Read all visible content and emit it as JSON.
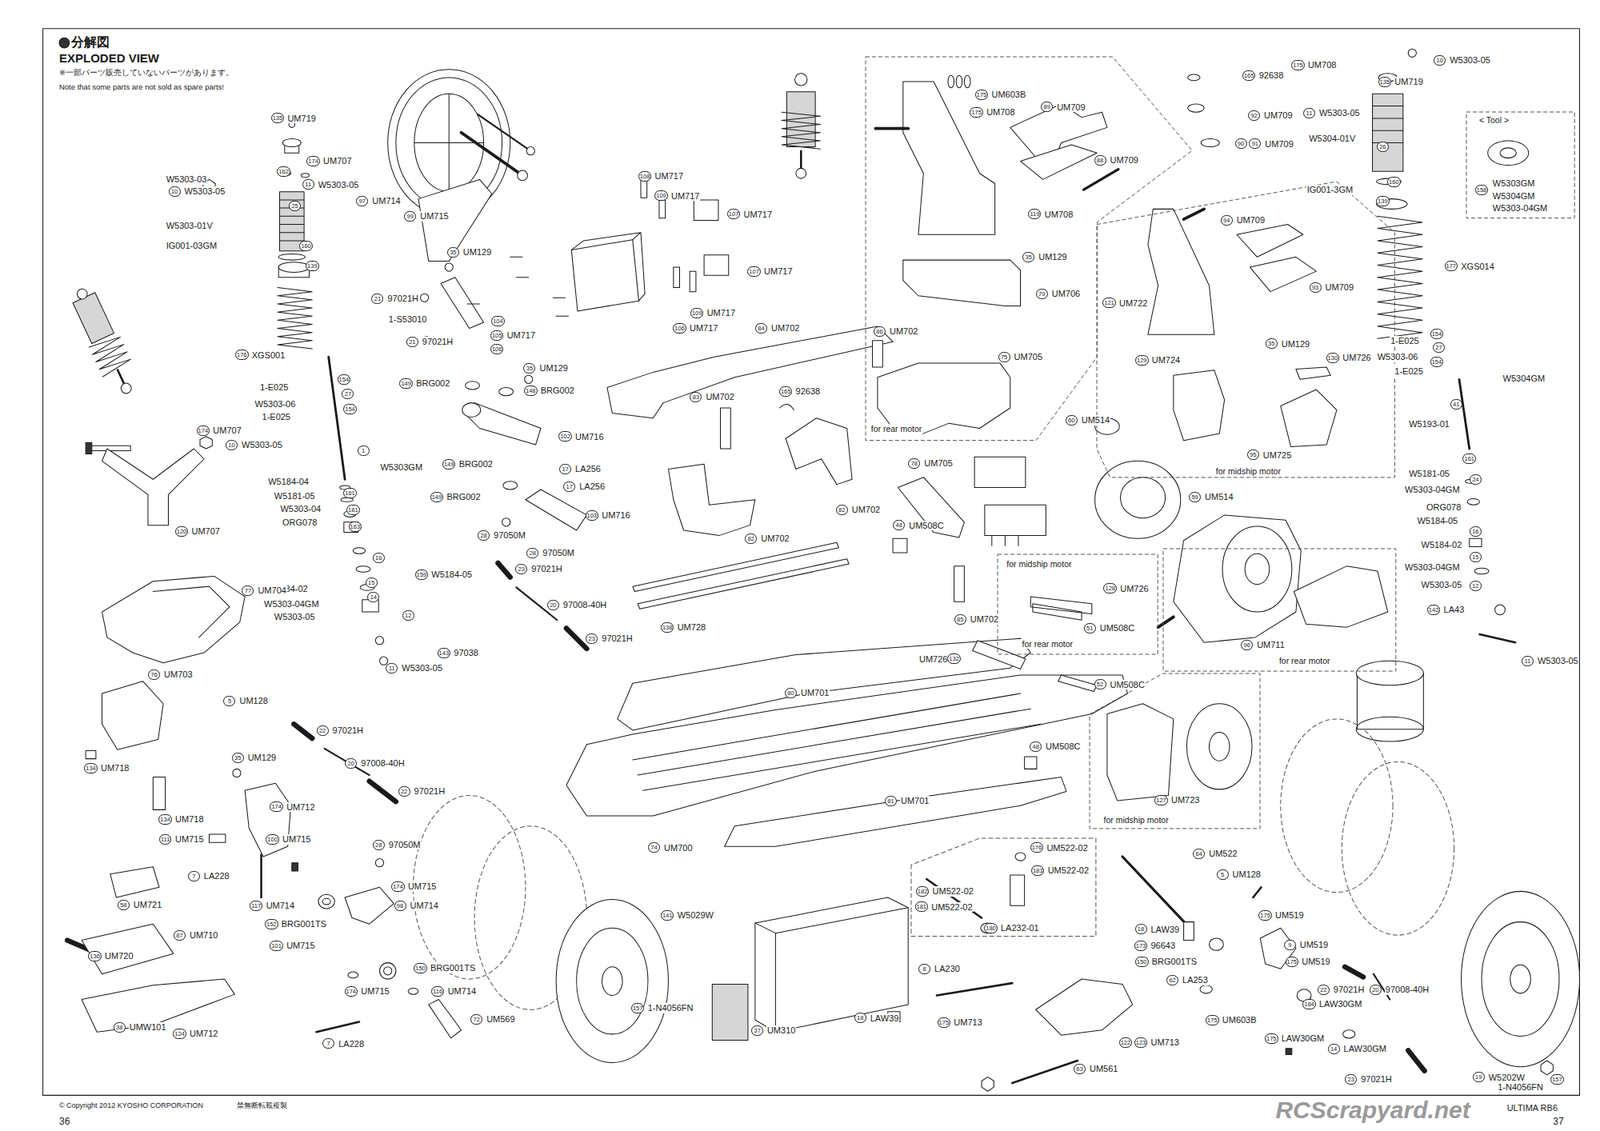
{
  "diagram": {
    "title": "分解図",
    "nodes": [
      {
        "text": [
          "for rear motor"
        ]
      },
      {
        "text": [
          "for midship motor"
        ]
      },
      {
        "text": [
          "< Tool >"
        ]
      },
      {
        "text": [
          "for midship motor",
          "for rear motor"
        ]
      },
      {
        "text": [
          "for rear motor"
        ]
      },
      {
        "text": [
          "for midship motor"
        ]
      }
    ],
    "labels": [
      "EXPLODED VIEW",
      "※一部パーツ販売していないパーツがあります。",
      "Note that some parts are not sold as spare parts!",
      "135",
      "UM719",
      "W5303-03",
      "10",
      "W5303-05",
      "174",
      "UM707",
      "162",
      "11",
      "W5303-05",
      "97",
      "UM714",
      "99",
      "UM715",
      "25",
      "W5303-01V",
      "IG001-03GM",
      "160",
      "139",
      "176",
      "XGS001",
      "1-E025",
      "154",
      "W5303-06",
      "27",
      "1-E025",
      "154",
      "174",
      "UM707",
      "10",
      "W5303-05",
      "1",
      "W5303GM",
      "W5184-04",
      "W5181-05",
      "161",
      "W5303-04",
      "181",
      "ORG078",
      "163",
      "16",
      "159",
      "W5184-05",
      "15",
      "W5184-02",
      "14",
      "W5303-04GM",
      "12",
      "W5303-05",
      "143",
      "97038",
      "11",
      "W5303-05",
      "120",
      "UM707",
      "77",
      "UM704",
      "76",
      "UM703",
      "5",
      "UM128",
      "35",
      "UM129",
      "22",
      "97021H",
      "20",
      "97008-40H",
      "22",
      "97021H",
      "134",
      "UM718",
      "134",
      "UM718",
      "174",
      "UM712",
      "111",
      "UM715",
      "100",
      "UM715",
      "28",
      "97050M",
      "7",
      "LA228",
      "117",
      "UM714",
      "152",
      "BRG001TS",
      "174",
      "UM715",
      "98",
      "UM714",
      "101",
      "UM715",
      "58",
      "UM721",
      "136",
      "UM720",
      "87",
      "UM710",
      "150",
      "BRG001TS",
      "174",
      "UM715",
      "116",
      "UM714",
      "72",
      "UM569",
      "38",
      "UMW101",
      "124",
      "UM712",
      "7",
      "LA228",
      "108",
      "UM717",
      "109",
      "UM717",
      "107",
      "UM717",
      "107",
      "UM717",
      "35",
      "UM129",
      "21",
      "97021H",
      "1-S53010",
      "21",
      "97021H",
      "104",
      "105",
      "UM717",
      "106",
      "109",
      "UM717",
      "106",
      "UM717",
      "84",
      "UM702",
      "35",
      "UM129",
      "149",
      "BRG002",
      "148",
      "BRG002",
      "102",
      "UM716",
      "149",
      "BRG002",
      "17",
      "LA256",
      "17",
      "LA256",
      "149",
      "BRG002",
      "103",
      "UM716",
      "28",
      "97050M",
      "28",
      "97050M",
      "23",
      "97021H",
      "20",
      "97008-40H",
      "23",
      "97021H",
      "83",
      "UM702",
      "165",
      "92638",
      "82",
      "UM702",
      "82",
      "UM702",
      "138",
      "UM728",
      "80",
      "UM701",
      "81",
      "UM701",
      "74",
      "UM700",
      "141",
      "W5029W",
      "157",
      "1-N4056FN",
      "37",
      "UM310",
      "175",
      "UM603B",
      "175",
      "UM708",
      "89",
      "UM709",
      "88",
      "UM709",
      "119",
      "UM708",
      "35",
      "UM129",
      "79",
      "UM706",
      "86",
      "UM702",
      "75",
      "UM705",
      "94",
      "UM709",
      "121",
      "UM722",
      "93",
      "UM709",
      "35",
      "UM129",
      "129",
      "UM724",
      "130",
      "UM726",
      "95",
      "UM725",
      "165",
      "92638",
      "175",
      "UM708",
      "10",
      "W5303-05",
      "135",
      "UM719",
      "92",
      "UM709",
      "11",
      "W5303-05",
      "90",
      "91",
      "UM709",
      "W5304-01V",
      "26",
      "IG001-3GM",
      "160",
      "139",
      "158",
      "W5303GM",
      "W5304GM",
      "W5303-04GM",
      "177",
      "XGS014",
      "1-E025",
      "154",
      "W5303-06",
      "27",
      "1-E025",
      "154",
      "W5304GM",
      "41",
      "W5193-01",
      "161",
      "W5181-05",
      "24",
      "W5303-04GM",
      "ORG078",
      "W5184-05",
      "16",
      "W5184-02",
      "15",
      "W5303-04GM",
      "W5303-05",
      "12",
      "142",
      "LA43",
      "11",
      "W5303-05",
      "60",
      "UM514",
      "78",
      "UM705",
      "59",
      "UM514",
      "48",
      "UM508C",
      "128",
      "UM726",
      "51",
      "UM508C",
      "85",
      "UM702",
      "UM726",
      "132",
      "52",
      "UM508C",
      "96",
      "UM711",
      "48",
      "UM508C",
      "127",
      "UM723",
      "64",
      "UM522",
      "176",
      "UM522-02",
      "183",
      "UM522-02",
      "182",
      "UM522-02",
      "181",
      "UM522-02",
      "180",
      "LA232-01",
      "5",
      "UM128",
      "175",
      "UM519",
      "18",
      "LAW39",
      "173",
      "96643",
      "150",
      "BRG001TS",
      "62",
      "LA253",
      "8",
      "LA230",
      "18",
      "LAW39",
      "175",
      "UM713",
      "9",
      "UM519",
      "175",
      "UM519",
      "22",
      "97021H",
      "20",
      "97008-40H",
      "184",
      "LAW30GM",
      "175",
      "UM603B",
      "175",
      "LAW30GM",
      "14",
      "LAW30GM",
      "122",
      "123",
      "UM713",
      "63",
      "UM561",
      "23",
      "97021H",
      "19",
      "W5202W",
      "1-N4056FN",
      "157",
      "© Copyright 2012 KYOSHO CORPORATION",
      "禁無断転載複製",
      "36",
      "37",
      "RCScrapyard.net",
      "ULTIMA RB6"
    ]
  }
}
